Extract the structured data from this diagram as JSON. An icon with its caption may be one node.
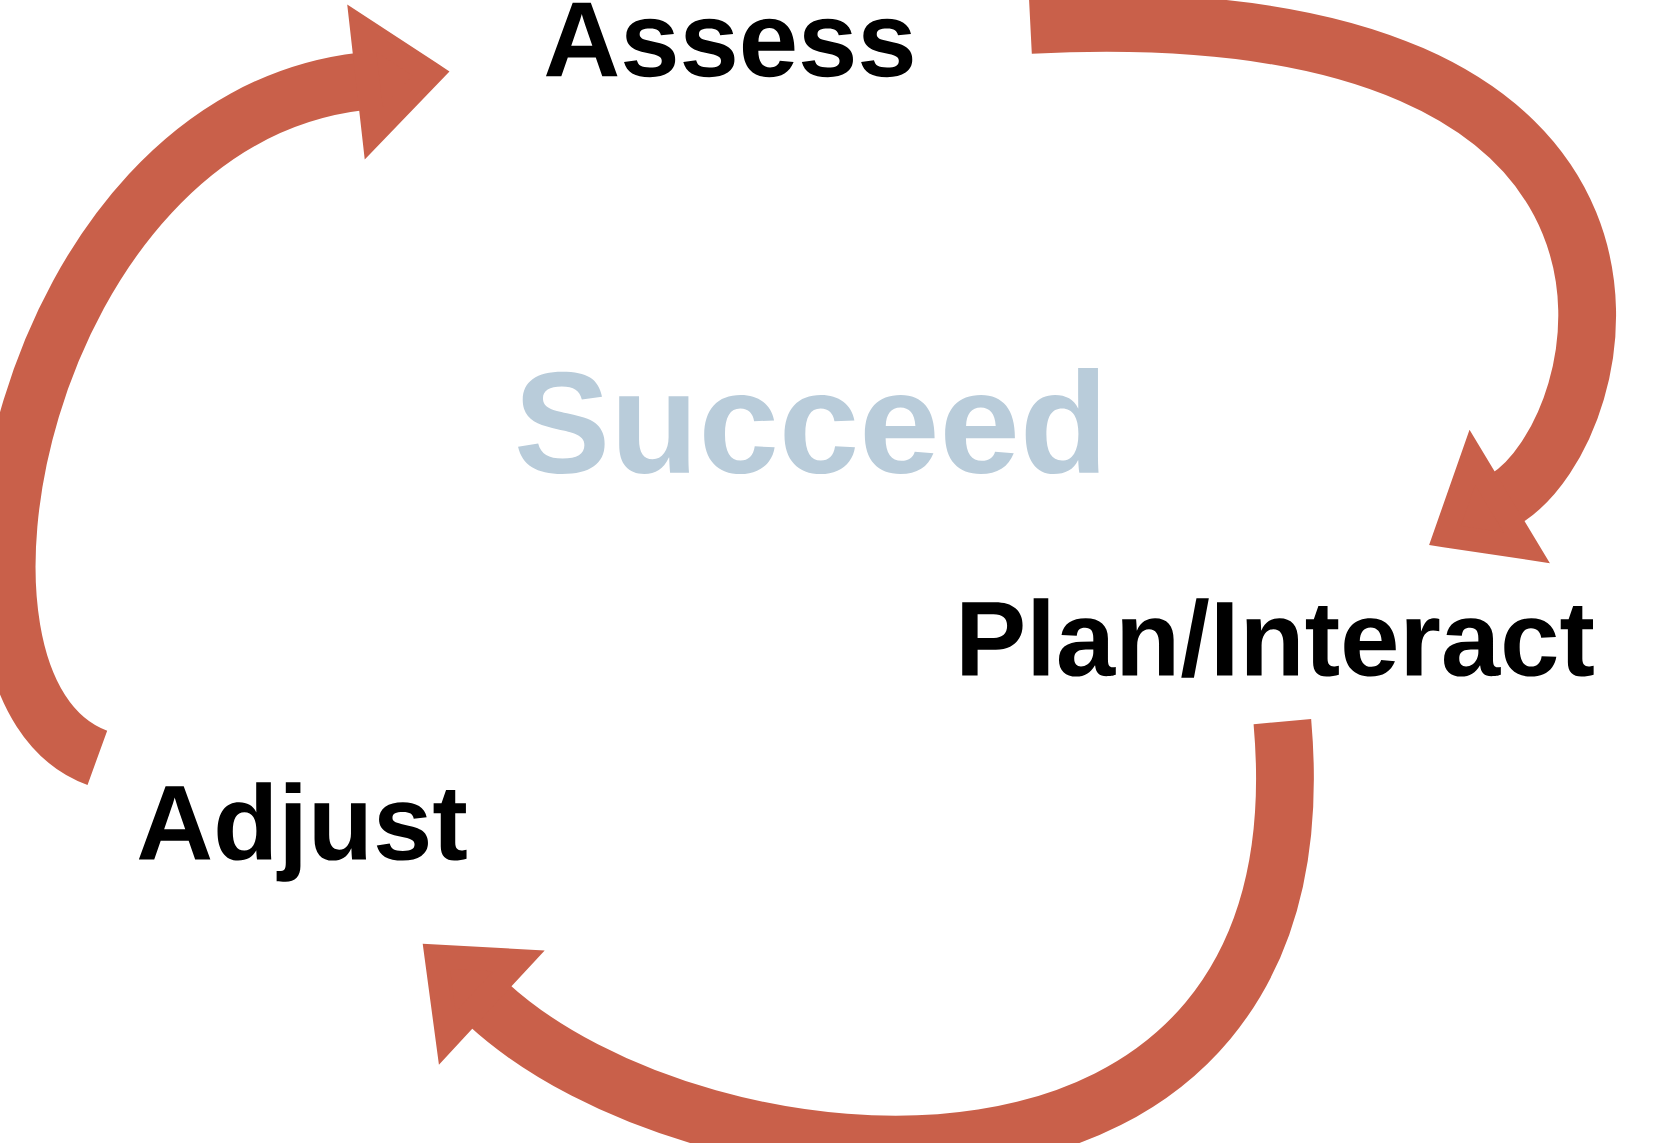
{
  "diagram": {
    "nodes": [
      {
        "text": [
          "Assess"
        ]
      },
      {
        "text": [
          "Plan/Interact"
        ]
      },
      {
        "text": [
          "Adjust"
        ]
      }
    ],
    "edges": [
      {
        "from": 0,
        "to": 1,
        "arrow": "to"
      },
      {
        "from": 1,
        "to": 2,
        "arrow": "to"
      },
      {
        "from": 2,
        "to": 0,
        "arrow": "to"
      }
    ],
    "labels": [
      "Succeed"
    ]
  }
}
